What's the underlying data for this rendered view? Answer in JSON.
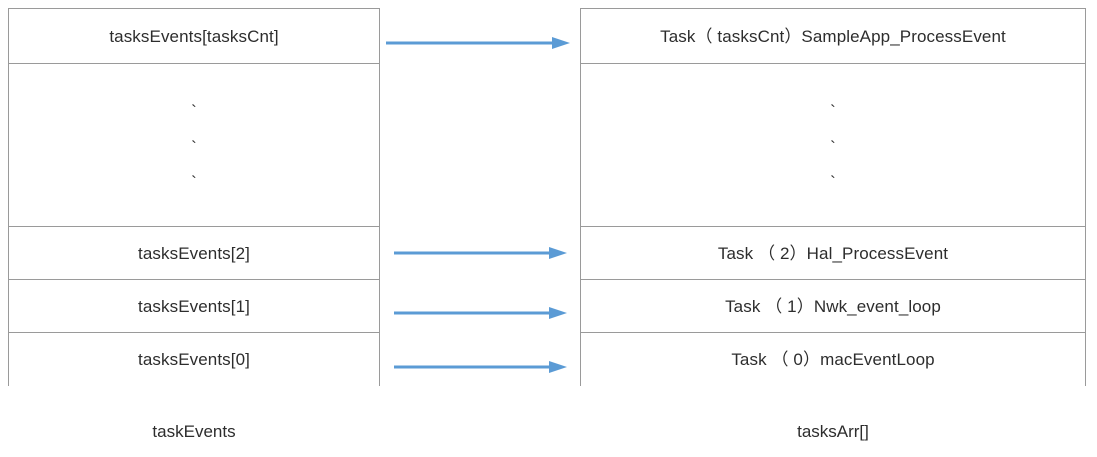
{
  "diagram": {
    "type": "memory-array-mapping",
    "arrow_color": "#5b9bd5",
    "border_color": "#9a9a9a",
    "text_color": "#2d2d2d",
    "background_color": "#ffffff",
    "ellipsis_mark": "`"
  },
  "left_table": {
    "caption": "taskEvents",
    "rows": [
      {
        "kind": "entry",
        "label": "tasksEvents[tasksCnt]"
      },
      {
        "kind": "ellipsis",
        "label": ""
      },
      {
        "kind": "entry",
        "label": "tasksEvents[2]"
      },
      {
        "kind": "entry",
        "label": "tasksEvents[1]"
      },
      {
        "kind": "entry",
        "label": "tasksEvents[0]"
      }
    ]
  },
  "right_table": {
    "caption": "tasksArr[]",
    "rows": [
      {
        "kind": "entry",
        "label": "Task（ tasksCnt）SampleApp_ProcessEvent"
      },
      {
        "kind": "ellipsis",
        "label": ""
      },
      {
        "kind": "entry",
        "label": "Task （ 2）Hal_ProcessEvent"
      },
      {
        "kind": "entry",
        "label": "Task （ 1）Nwk_event_loop"
      },
      {
        "kind": "entry",
        "label": "Task （ 0）macEventLoop"
      }
    ]
  },
  "arrows": [
    {
      "from": "tasksEvents[tasksCnt]",
      "to": "Task（ tasksCnt）SampleApp_ProcessEvent"
    },
    {
      "from": "tasksEvents[2]",
      "to": "Task （ 2）Hal_ProcessEvent"
    },
    {
      "from": "tasksEvents[1]",
      "to": "Task （ 1）Nwk_event_loop"
    },
    {
      "from": "tasksEvents[0]",
      "to": "Task （ 0）macEventLoop"
    }
  ]
}
